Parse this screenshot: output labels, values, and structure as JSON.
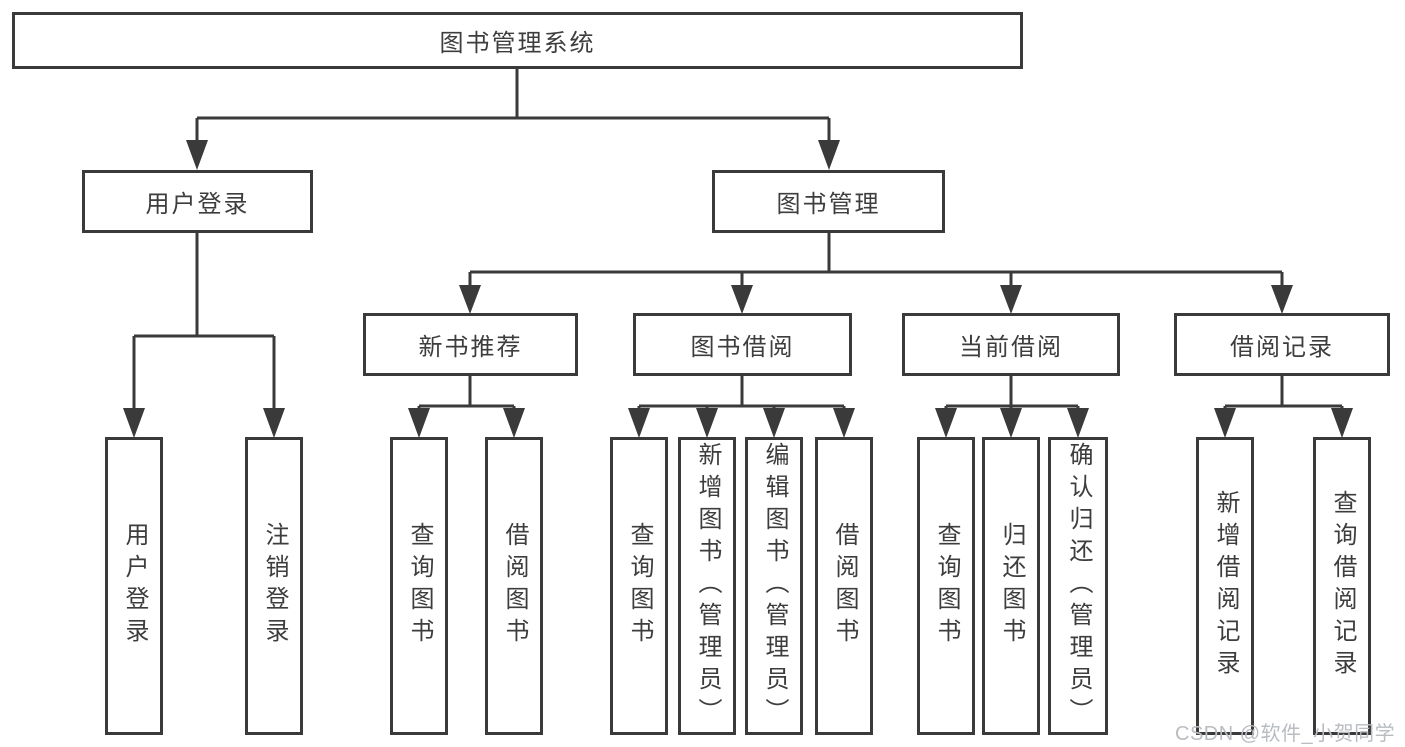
{
  "diagram": {
    "root": {
      "label": "图书管理系统"
    },
    "branches": [
      {
        "label": "用户登录",
        "children": [
          {
            "label": "用户登录"
          },
          {
            "label": "注销登录"
          }
        ]
      },
      {
        "label": "图书管理",
        "children": [
          {
            "label": "新书推荐",
            "children": [
              {
                "label": "查询图书"
              },
              {
                "label": "借阅图书"
              }
            ]
          },
          {
            "label": "图书借阅",
            "children": [
              {
                "label": "查询图书"
              },
              {
                "label": "新增图书（管理员）"
              },
              {
                "label": "编辑图书（管理员）"
              },
              {
                "label": "借阅图书"
              }
            ]
          },
          {
            "label": "当前借阅",
            "children": [
              {
                "label": "查询图书"
              },
              {
                "label": "归还图书"
              },
              {
                "label": "确认归还（管理员）"
              }
            ]
          },
          {
            "label": "借阅记录",
            "children": [
              {
                "label": "新增借阅记录"
              },
              {
                "label": "查询借阅记录"
              }
            ]
          }
        ]
      }
    ],
    "watermark": "CSDN @软件_小贺同学"
  },
  "colors": {
    "line": "#3a3a3a",
    "text": "#3d3d3d",
    "watermark": "#b9bdc1",
    "background": "#ffffff"
  }
}
